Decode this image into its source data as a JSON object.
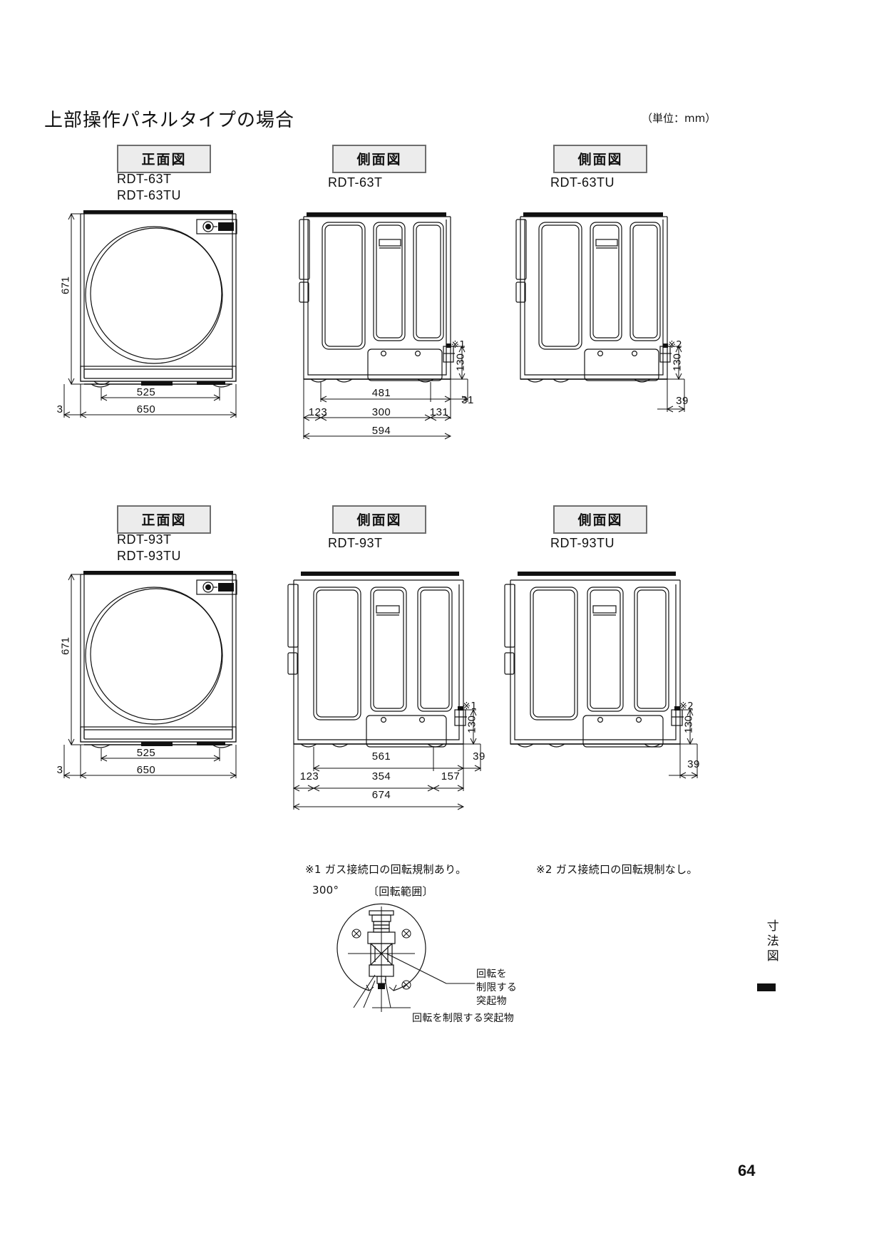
{
  "page": {
    "heading": "上部操作パネルタイプの場合",
    "unit_note": "（単位：mm）",
    "page_number": "64",
    "side_tab": "寸法図"
  },
  "sections": [
    {
      "id": "row-63",
      "views": [
        {
          "id": "front-63",
          "tag": "正面図",
          "models": [
            "RDT-63T",
            "RDT-63TU"
          ],
          "dimensions": {
            "height": "671",
            "feet_width": "525",
            "body_width": "650",
            "base_offset": "3"
          }
        },
        {
          "id": "side-63t",
          "tag": "側面図",
          "models": [
            "RDT-63T"
          ],
          "marker": "※1",
          "dimensions": {
            "marker_height": "130",
            "upper": "481",
            "tail": "31",
            "a": "123",
            "b": "300",
            "c": "131",
            "total": "594"
          }
        },
        {
          "id": "side-63tu",
          "tag": "側面図",
          "models": [
            "RDT-63TU"
          ],
          "marker": "※2",
          "dimensions": {
            "marker_height": "130",
            "tail": "39"
          }
        }
      ]
    },
    {
      "id": "row-93",
      "views": [
        {
          "id": "front-93",
          "tag": "正面図",
          "models": [
            "RDT-93T",
            "RDT-93TU"
          ],
          "dimensions": {
            "height": "671",
            "feet_width": "525",
            "body_width": "650",
            "base_offset": "3"
          }
        },
        {
          "id": "side-93t",
          "tag": "側面図",
          "models": [
            "RDT-93T"
          ],
          "marker": "※1",
          "dimensions": {
            "marker_height": "130",
            "upper": "561",
            "tail": "39",
            "a": "123",
            "b": "354",
            "c": "157",
            "total": "674"
          }
        },
        {
          "id": "side-93tu",
          "tag": "側面図",
          "models": [
            "RDT-93TU"
          ],
          "marker": "※2",
          "dimensions": {
            "marker_height": "130",
            "tail": "39"
          }
        }
      ]
    }
  ],
  "footnotes": {
    "note1": "※1 ガス接続口の回転規制あり。",
    "note2": "※2 ガス接続口の回転規制なし。"
  },
  "rotation_diagram": {
    "angle_label": "300°",
    "range_label": "〔回転範囲〕",
    "callout_right": "回転を\n制限する\n突起物",
    "callout_right_lines": [
      "回転を",
      "制限する",
      "突起物"
    ],
    "callout_bottom": "回転を制限する突起物"
  }
}
